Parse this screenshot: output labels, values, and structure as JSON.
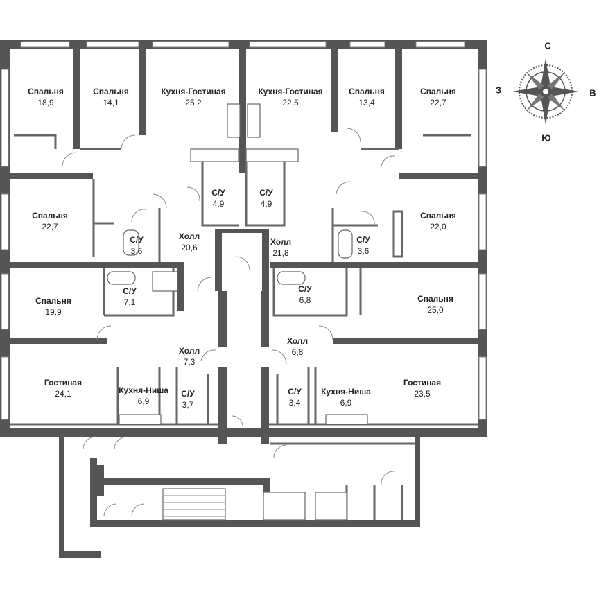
{
  "rooms": [
    {
      "id": "r1",
      "name": "Спальня",
      "area": "18,9"
    },
    {
      "id": "r2",
      "name": "Спальня",
      "area": "14,1"
    },
    {
      "id": "r3",
      "name": "Кухня-Гостиная",
      "area": "25,2"
    },
    {
      "id": "r4",
      "name": "Кухня-Гостиная",
      "area": "22,5"
    },
    {
      "id": "r5",
      "name": "Спальня",
      "area": "13,4"
    },
    {
      "id": "r6",
      "name": "Спальня",
      "area": "22,7"
    },
    {
      "id": "r7",
      "name": "Спальня",
      "area": "22,7"
    },
    {
      "id": "r8",
      "name": "С/У",
      "area": "4,9"
    },
    {
      "id": "r9",
      "name": "С/У",
      "area": "4,9"
    },
    {
      "id": "r10",
      "name": "Спальня",
      "area": "22,0"
    },
    {
      "id": "r11",
      "name": "С/У",
      "area": "3,6"
    },
    {
      "id": "r12",
      "name": "Холл",
      "area": "20,6"
    },
    {
      "id": "r13",
      "name": "Холл",
      "area": "21,8"
    },
    {
      "id": "r14",
      "name": "С/У",
      "area": "3,6"
    },
    {
      "id": "r15",
      "name": "Спальня",
      "area": "19,9"
    },
    {
      "id": "r16",
      "name": "С/У",
      "area": "7,1"
    },
    {
      "id": "r17",
      "name": "С/У",
      "area": "6,8"
    },
    {
      "id": "r18",
      "name": "Спальня",
      "area": "25,0"
    },
    {
      "id": "r19",
      "name": "Холл",
      "area": "7,3"
    },
    {
      "id": "r20",
      "name": "Холл",
      "area": "6,8"
    },
    {
      "id": "r21",
      "name": "Гостиная",
      "area": "24,1"
    },
    {
      "id": "r22",
      "name": "Кухня-Ниша",
      "area": "6,9"
    },
    {
      "id": "r23",
      "name": "С/У",
      "area": "3,7"
    },
    {
      "id": "r24",
      "name": "С/У",
      "area": "3,4"
    },
    {
      "id": "r25",
      "name": "Кухня-Ниша",
      "area": "6,9"
    },
    {
      "id": "r26",
      "name": "Гостиная",
      "area": "23,5"
    }
  ],
  "compass": {
    "north": "С",
    "south": "Ю",
    "east": "В",
    "west": "З"
  },
  "colors": {
    "wall": "#555555",
    "line": "#7a7a7a",
    "paper": "#ffffff"
  }
}
